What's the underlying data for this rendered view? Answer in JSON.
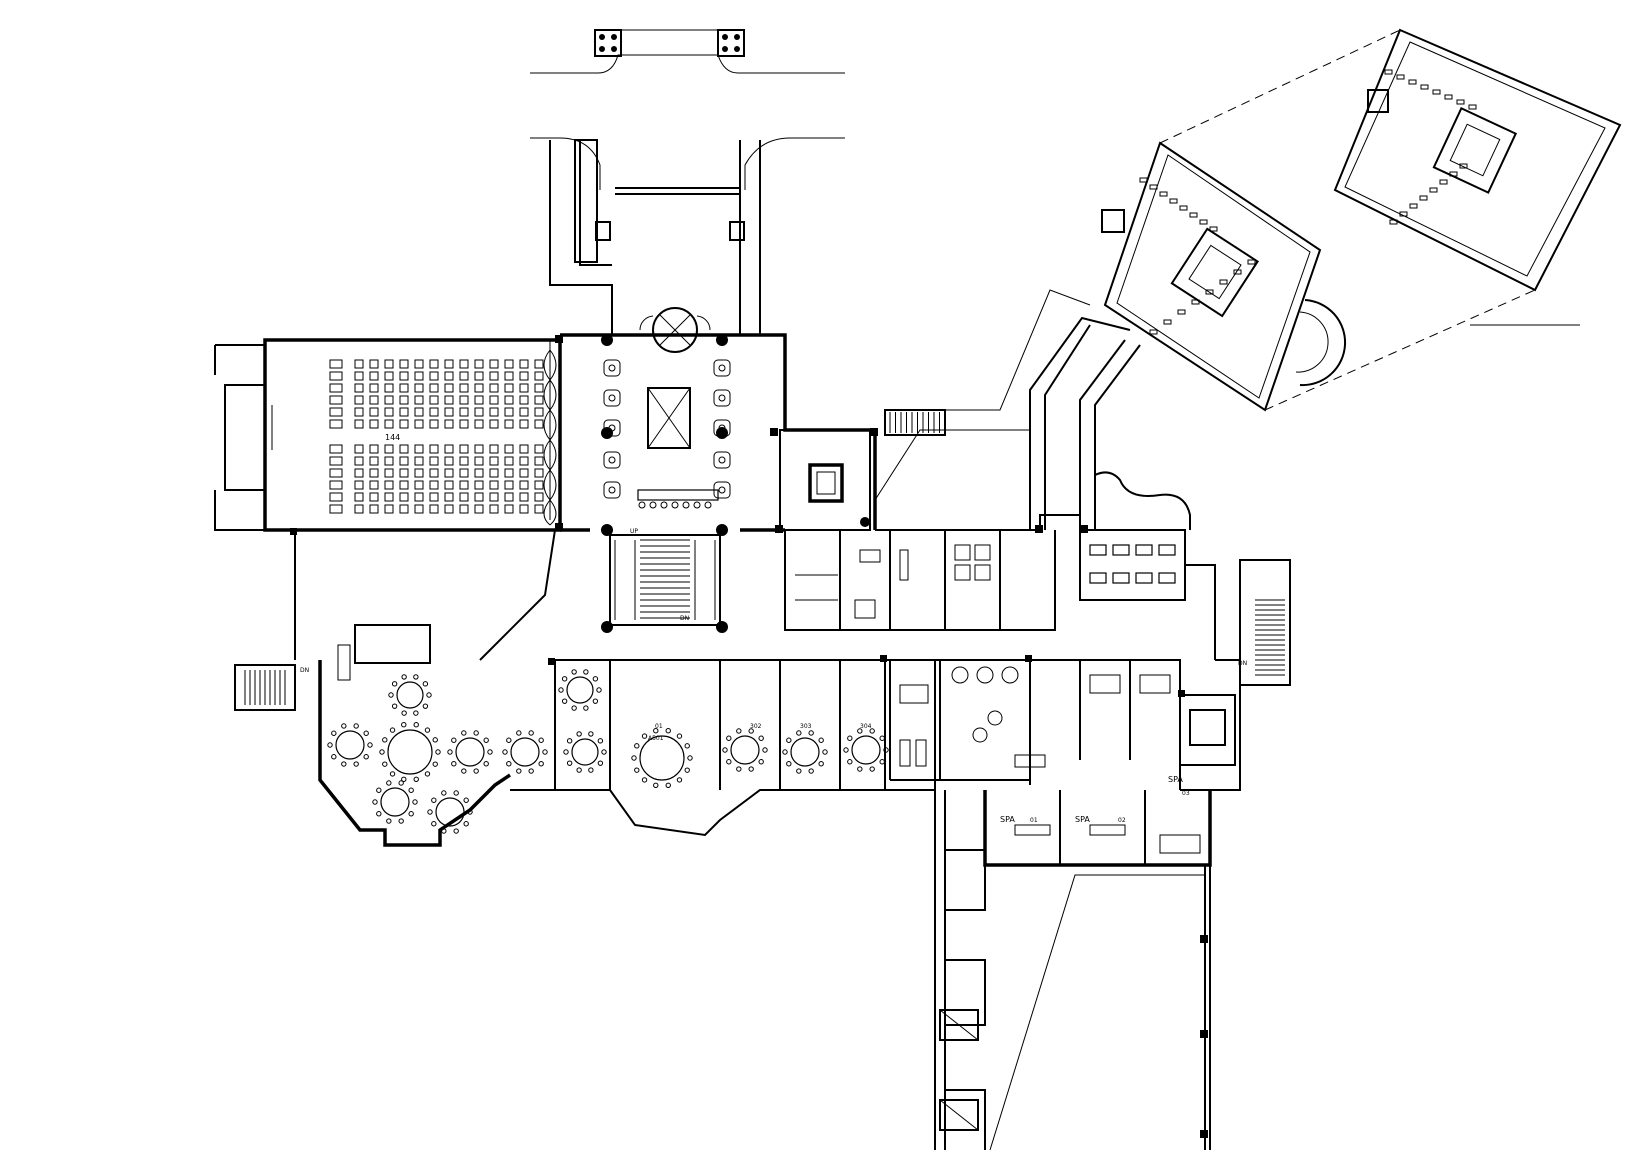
{
  "labels": {
    "spa_room_01": "SPA",
    "spa_room_01b": "01",
    "spa_room_02": "SPA",
    "spa_room_02b": "02",
    "spa_room_03": "SPA",
    "spa_room_03b": "03",
    "hall_capacity": "144",
    "room_a501": "A501",
    "room_302": "302",
    "room_303": "303",
    "room_304": "304",
    "room_01": "01",
    "room_02": "02",
    "stair_up": "UP",
    "stair_dn": "DN"
  },
  "colors": {
    "line": "#000000",
    "background": "#ffffff"
  }
}
